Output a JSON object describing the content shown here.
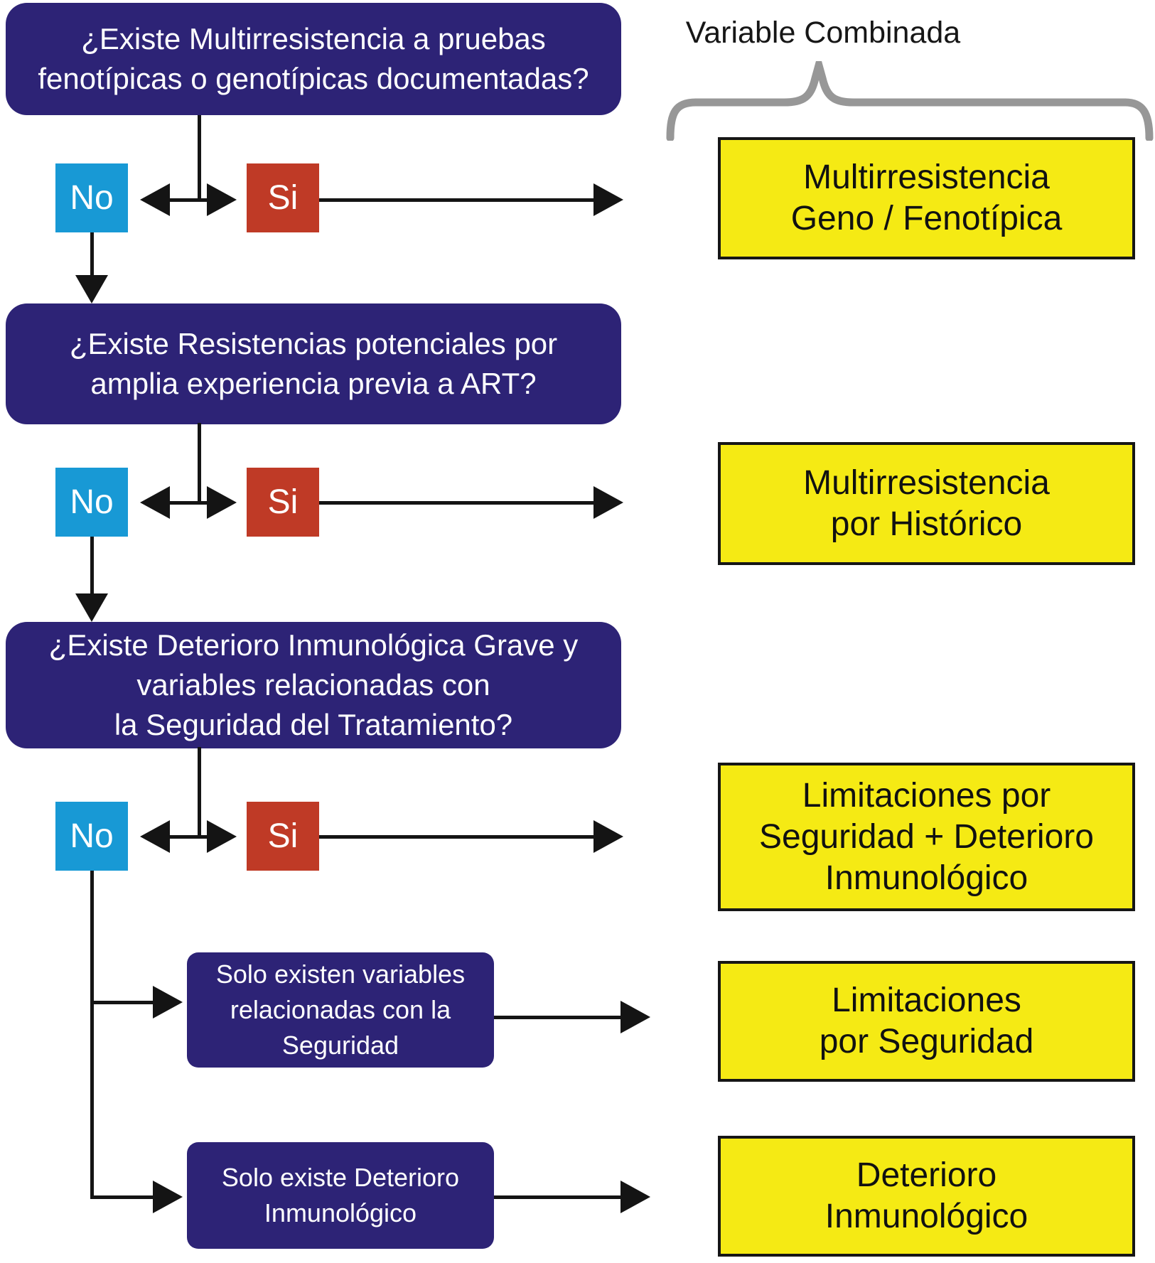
{
  "labels": {
    "variable_combinada": "Variable Combinada",
    "no": "No",
    "si": "Si"
  },
  "colors": {
    "navy": "#2d2376",
    "blue": "#1899d5",
    "red": "#bf3a26",
    "yellow": "#f5ea14",
    "line": "#141414",
    "brace": "#979797"
  },
  "questions": [
    {
      "lines": [
        "¿Existe Multirresistencia a pruebas",
        "fenotípicas o genotípicas documentadas?"
      ]
    },
    {
      "lines": [
        "¿Existe Resistencias potenciales por",
        "amplia experiencia previa a ART?"
      ]
    },
    {
      "lines": [
        "¿Existe Deterioro Inmunológica Grave y",
        "variables relacionadas con",
        "la Seguridad del Tratamiento?"
      ]
    }
  ],
  "sub_conditions": [
    {
      "lines": [
        "Solo existen variables",
        "relacionadas con la",
        "Seguridad"
      ]
    },
    {
      "lines": [
        "Solo existe Deterioro",
        "Inmunológico"
      ]
    }
  ],
  "outcomes": [
    {
      "lines": [
        "Multirresistencia",
        "Geno / Fenotípica"
      ]
    },
    {
      "lines": [
        "Multirresistencia",
        "por Histórico"
      ]
    },
    {
      "lines": [
        "Limitaciones por",
        "Seguridad + Deterioro",
        "Inmunológico"
      ]
    },
    {
      "lines": [
        "Limitaciones",
        "por Seguridad"
      ]
    },
    {
      "lines": [
        "Deterioro",
        "Inmunológico"
      ]
    }
  ]
}
